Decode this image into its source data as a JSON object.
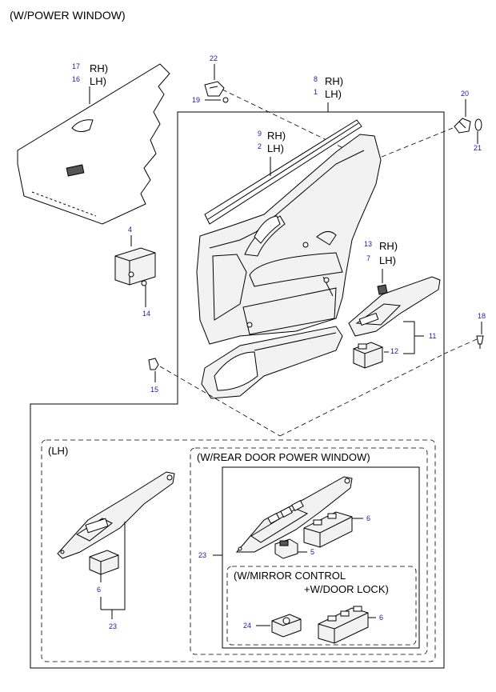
{
  "title": "(W/POWER WINDOW)",
  "labels": {
    "rh": "RH)",
    "lh": "LH)",
    "lh_box": "(LH)",
    "rear_door": "(W/REAR DOOR POWER WINDOW)",
    "mirror_line1": "(W/MIRROR CONTROL",
    "mirror_line2": "+W/DOOR LOCK)"
  },
  "callouts": {
    "n17": "17",
    "n16": "16",
    "n22": "22",
    "n19": "19",
    "n8": "8",
    "n1": "1",
    "n20": "20",
    "n21": "21",
    "n9": "9",
    "n2": "2",
    "n4": "4",
    "n14": "14",
    "n13": "13",
    "n7": "7",
    "n11": "11",
    "n12": "12",
    "n18": "18",
    "n15": "15",
    "n23a": "23",
    "n6a": "6",
    "n23b": "23",
    "n6b": "6",
    "n5": "5",
    "n24": "24",
    "n6c": "6"
  }
}
